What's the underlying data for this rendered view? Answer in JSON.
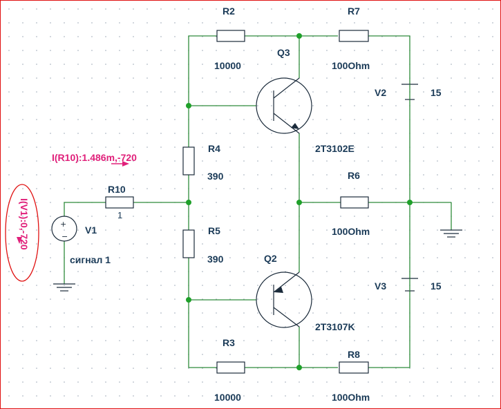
{
  "components": {
    "R2": {
      "name": "R2",
      "value": "10000"
    },
    "R7": {
      "name": "R7",
      "value": "100Ohm"
    },
    "R4": {
      "name": "R4",
      "value": "390"
    },
    "R5": {
      "name": "R5",
      "value": "390"
    },
    "R10": {
      "name": "R10",
      "value": "1"
    },
    "R6": {
      "name": "R6",
      "value": "100Ohm"
    },
    "R3": {
      "name": "R3",
      "value": "10000"
    },
    "R8": {
      "name": "R8",
      "value": "100Ohm"
    },
    "Q3": {
      "name": "Q3",
      "model": "2T3102E"
    },
    "Q2": {
      "name": "Q2",
      "model": "2T3107K"
    },
    "V1": {
      "name": "V1",
      "label": "сигнал 1"
    },
    "V2": {
      "name": "V2",
      "value": "15"
    },
    "V3": {
      "name": "V3",
      "value": "15"
    }
  },
  "probes": {
    "current_r10": "I(R10):1.486m,-720",
    "current_v1": "I(V1):0,-720"
  },
  "colors": {
    "wire": "#2e8b3a",
    "node": "#1fa02a",
    "component": "#1a2a3a",
    "label": "#1a3a57",
    "probe": "#e0207a",
    "frame_border": "#e01010",
    "highlight_circle": "#e01010",
    "grid_dot": "#9aa6b4"
  },
  "icons": {
    "ground": "ground-icon",
    "battery": "battery-icon",
    "ac_source": "voltage-source-icon",
    "pnp_transistor": "pnp-transistor-icon"
  }
}
